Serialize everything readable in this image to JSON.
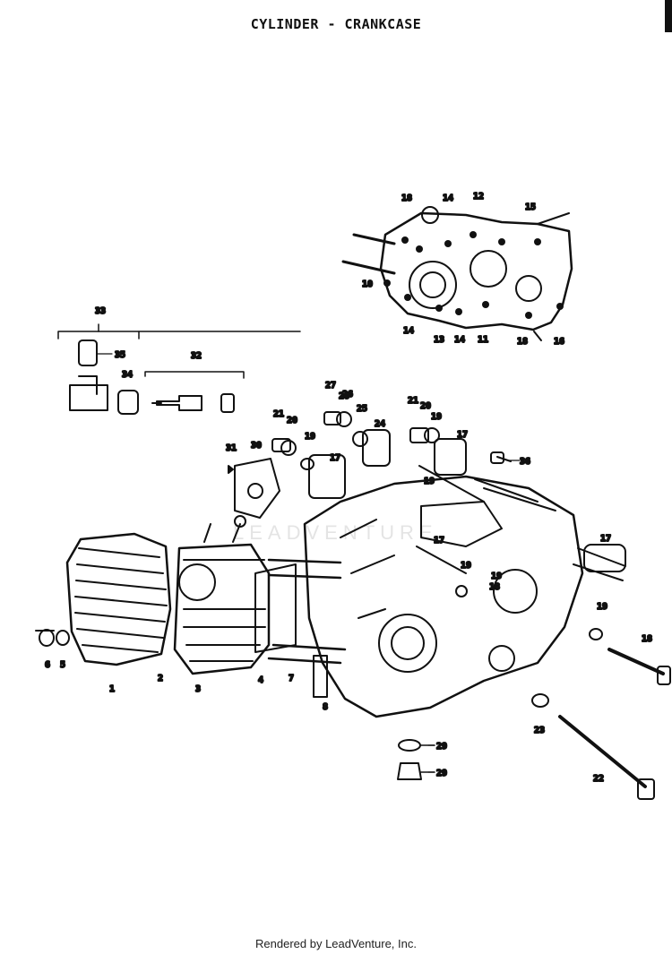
{
  "title": "CYLINDER - CRANKCASE",
  "footer": "Rendered by LeadVenture, Inc.",
  "watermark": "LEADVENTURE",
  "callouts": [
    {
      "id": "c1",
      "text": "1"
    },
    {
      "id": "c2",
      "text": "2"
    },
    {
      "id": "c3",
      "text": "3"
    },
    {
      "id": "c4",
      "text": "4"
    },
    {
      "id": "c5",
      "text": "5"
    },
    {
      "id": "c6",
      "text": "6"
    },
    {
      "id": "c7",
      "text": "7"
    },
    {
      "id": "c8",
      "text": "8"
    },
    {
      "id": "c10",
      "text": "10"
    },
    {
      "id": "c11",
      "text": "11"
    },
    {
      "id": "c12",
      "text": "12"
    },
    {
      "id": "c13",
      "text": "13"
    },
    {
      "id": "c14a",
      "text": "14"
    },
    {
      "id": "c14b",
      "text": "14"
    },
    {
      "id": "c14c",
      "text": "14"
    },
    {
      "id": "c15",
      "text": "15"
    },
    {
      "id": "c16",
      "text": "16"
    },
    {
      "id": "c17a",
      "text": "17"
    },
    {
      "id": "c17b",
      "text": "17"
    },
    {
      "id": "c17c",
      "text": "17"
    },
    {
      "id": "c17d",
      "text": "17"
    },
    {
      "id": "c18a",
      "text": "18"
    },
    {
      "id": "c18b",
      "text": "18"
    },
    {
      "id": "c18c",
      "text": "18"
    },
    {
      "id": "c18d",
      "text": "18"
    },
    {
      "id": "c19a",
      "text": "19"
    },
    {
      "id": "c19b",
      "text": "19"
    },
    {
      "id": "c19c",
      "text": "19"
    },
    {
      "id": "c19d",
      "text": "19"
    },
    {
      "id": "c19e",
      "text": "19"
    },
    {
      "id": "c19f",
      "text": "19"
    },
    {
      "id": "c20a",
      "text": "20"
    },
    {
      "id": "c20b",
      "text": "20"
    },
    {
      "id": "c21a",
      "text": "21"
    },
    {
      "id": "c21b",
      "text": "21"
    },
    {
      "id": "c22",
      "text": "22"
    },
    {
      "id": "c23",
      "text": "23"
    },
    {
      "id": "c24",
      "text": "24"
    },
    {
      "id": "c25",
      "text": "25"
    },
    {
      "id": "c26",
      "text": "26"
    },
    {
      "id": "c27",
      "text": "27"
    },
    {
      "id": "c28",
      "text": "28"
    },
    {
      "id": "c29a",
      "text": "29"
    },
    {
      "id": "c29b",
      "text": "29"
    },
    {
      "id": "c30",
      "text": "30"
    },
    {
      "id": "c31",
      "text": "31"
    },
    {
      "id": "c32",
      "text": "32"
    },
    {
      "id": "c33",
      "text": "33"
    },
    {
      "id": "c34",
      "text": "34"
    },
    {
      "id": "c35",
      "text": "35"
    },
    {
      "id": "c36",
      "text": "36"
    }
  ]
}
